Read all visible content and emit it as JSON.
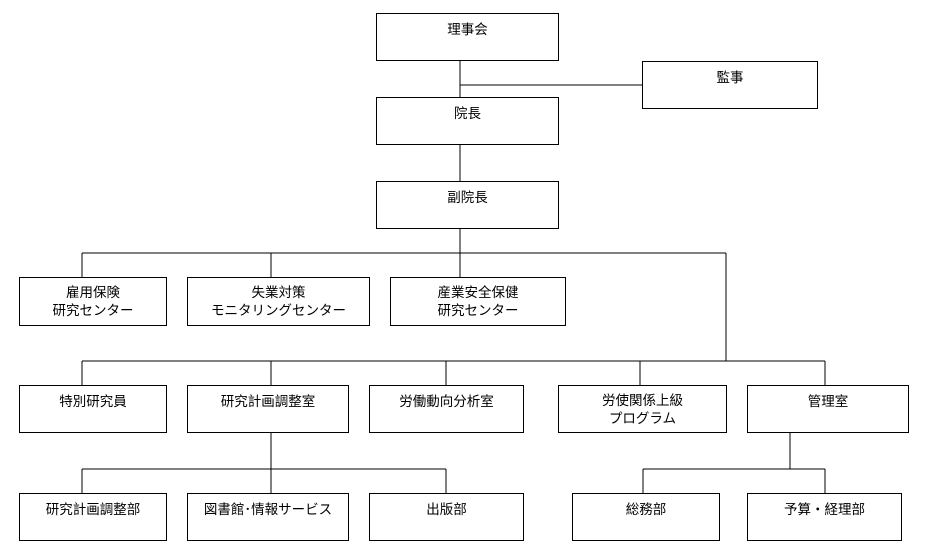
{
  "nodes": {
    "board": {
      "lines": [
        "理事会"
      ]
    },
    "auditor": {
      "lines": [
        "監事"
      ]
    },
    "president": {
      "lines": [
        "院長"
      ]
    },
    "vp": {
      "lines": [
        "副院長"
      ]
    },
    "center1": {
      "lines": [
        "雇用保険",
        "研究センター"
      ]
    },
    "center2": {
      "lines": [
        "失業対策",
        "モニタリングセンター"
      ]
    },
    "center3": {
      "lines": [
        "産業安全保健",
        "研究センター"
      ]
    },
    "fellows": {
      "lines": [
        "特別研究員"
      ]
    },
    "planning": {
      "lines": [
        "研究計画調整室"
      ]
    },
    "labor": {
      "lines": [
        "労働動向分析室"
      ]
    },
    "program": {
      "lines": [
        "労使関係上級",
        "プログラム"
      ]
    },
    "admin": {
      "lines": [
        "管理室"
      ]
    },
    "planningdiv": {
      "lines": [
        "研究計画調整部"
      ]
    },
    "library": {
      "lines": [
        "図書館･情報サービス"
      ]
    },
    "publishing": {
      "lines": [
        "出版部"
      ]
    },
    "general": {
      "lines": [
        "総務部"
      ]
    },
    "budget": {
      "lines": [
        "予算・経理部"
      ]
    }
  }
}
